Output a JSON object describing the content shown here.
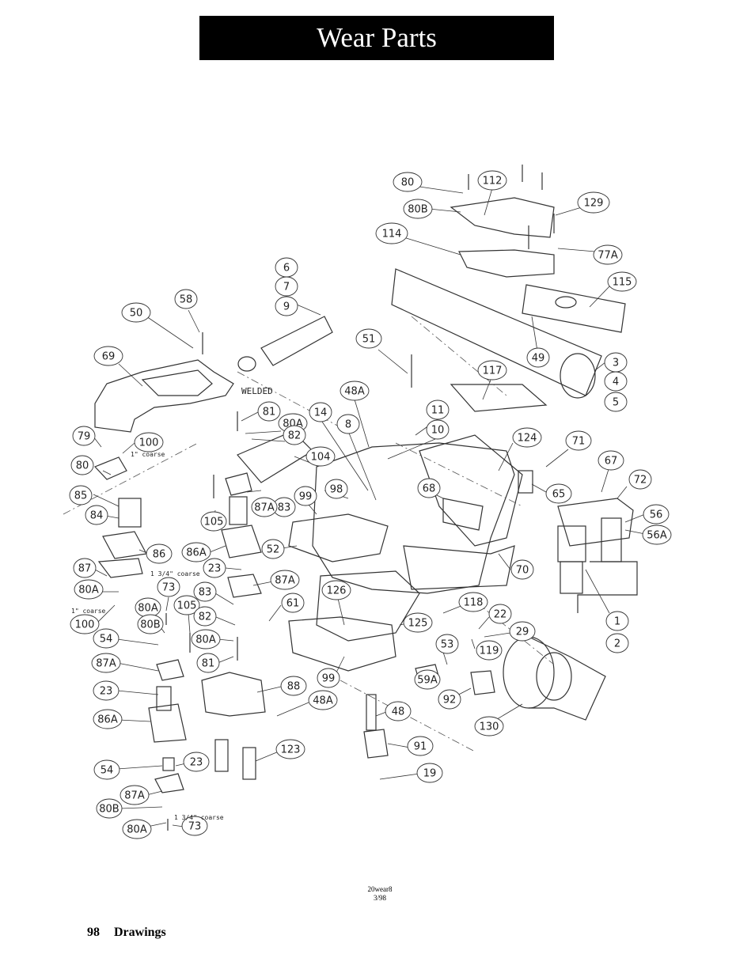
{
  "header": {
    "title": "Wear Parts"
  },
  "drawing": {
    "callouts": [
      {
        "id": "c80a",
        "label": "80"
      },
      {
        "id": "c112",
        "label": "112"
      },
      {
        "id": "c80b",
        "label": "80B"
      },
      {
        "id": "c129",
        "label": "129"
      },
      {
        "id": "c114",
        "label": "114"
      },
      {
        "id": "c77a",
        "label": "77A"
      },
      {
        "id": "c115",
        "label": "115"
      },
      {
        "id": "c49",
        "label": "49"
      },
      {
        "id": "c3",
        "label": "3"
      },
      {
        "id": "c4",
        "label": "4"
      },
      {
        "id": "c5",
        "label": "5"
      },
      {
        "id": "c6",
        "label": "6"
      },
      {
        "id": "c7",
        "label": "7"
      },
      {
        "id": "c9",
        "label": "9"
      },
      {
        "id": "c58",
        "label": "58"
      },
      {
        "id": "c50",
        "label": "50"
      },
      {
        "id": "c69",
        "label": "69"
      },
      {
        "id": "c51",
        "label": "51"
      },
      {
        "id": "c117",
        "label": "117"
      },
      {
        "id": "c48a_top",
        "label": "48A"
      },
      {
        "id": "c11",
        "label": "11"
      },
      {
        "id": "c10",
        "label": "10"
      },
      {
        "id": "c14",
        "label": "14"
      },
      {
        "id": "c8",
        "label": "8"
      },
      {
        "id": "c81_top",
        "label": "81"
      },
      {
        "id": "c80a_top",
        "label": "80A"
      },
      {
        "id": "c82_top",
        "label": "82"
      },
      {
        "id": "c104",
        "label": "104"
      },
      {
        "id": "c124",
        "label": "124"
      },
      {
        "id": "c71",
        "label": "71"
      },
      {
        "id": "c67",
        "label": "67"
      },
      {
        "id": "c72",
        "label": "72"
      },
      {
        "id": "c79",
        "label": "79"
      },
      {
        "id": "c100_top",
        "label": "100"
      },
      {
        "id": "c80_left",
        "label": "80"
      },
      {
        "id": "c85",
        "label": "85"
      },
      {
        "id": "c84",
        "label": "84"
      },
      {
        "id": "c98",
        "label": "98"
      },
      {
        "id": "c99_top",
        "label": "99"
      },
      {
        "id": "c83_top",
        "label": "83"
      },
      {
        "id": "c87a_1",
        "label": "87A"
      },
      {
        "id": "c68",
        "label": "68"
      },
      {
        "id": "c65",
        "label": "65"
      },
      {
        "id": "c56",
        "label": "56"
      },
      {
        "id": "c56a",
        "label": "56A"
      },
      {
        "id": "c105_top",
        "label": "105"
      },
      {
        "id": "c86a_1",
        "label": "86A"
      },
      {
        "id": "c86",
        "label": "86"
      },
      {
        "id": "c52",
        "label": "52"
      },
      {
        "id": "c70",
        "label": "70"
      },
      {
        "id": "c87",
        "label": "87"
      },
      {
        "id": "c23_1",
        "label": "23"
      },
      {
        "id": "c87a_2",
        "label": "87A"
      },
      {
        "id": "c80a_left",
        "label": "80A"
      },
      {
        "id": "c73_top",
        "label": "73"
      },
      {
        "id": "c83_mid",
        "label": "83"
      },
      {
        "id": "c61",
        "label": "61"
      },
      {
        "id": "c126",
        "label": "126"
      },
      {
        "id": "c118",
        "label": "118"
      },
      {
        "id": "c1",
        "label": "1"
      },
      {
        "id": "c2",
        "label": "2"
      },
      {
        "id": "c80a_mid",
        "label": "80A"
      },
      {
        "id": "c100_mid",
        "label": "100"
      },
      {
        "id": "c80b_mid",
        "label": "80B"
      },
      {
        "id": "c105_mid",
        "label": "105"
      },
      {
        "id": "c82_mid",
        "label": "82"
      },
      {
        "id": "c125",
        "label": "125"
      },
      {
        "id": "c22",
        "label": "22"
      },
      {
        "id": "c29",
        "label": "29"
      },
      {
        "id": "c54_1",
        "label": "54"
      },
      {
        "id": "c80a_mid2",
        "label": "80A"
      },
      {
        "id": "c53",
        "label": "53"
      },
      {
        "id": "c119",
        "label": "119"
      },
      {
        "id": "c81_mid",
        "label": "81"
      },
      {
        "id": "c87a_3",
        "label": "87A"
      },
      {
        "id": "c99_mid",
        "label": "99"
      },
      {
        "id": "c88",
        "label": "88"
      },
      {
        "id": "c59a",
        "label": "59A"
      },
      {
        "id": "c23_2",
        "label": "23"
      },
      {
        "id": "c92",
        "label": "92"
      },
      {
        "id": "c48a_mid",
        "label": "48A"
      },
      {
        "id": "c48",
        "label": "48"
      },
      {
        "id": "c86a_2",
        "label": "86A"
      },
      {
        "id": "c130",
        "label": "130"
      },
      {
        "id": "c91",
        "label": "91"
      },
      {
        "id": "c123",
        "label": "123"
      },
      {
        "id": "c23_3",
        "label": "23"
      },
      {
        "id": "c54_2",
        "label": "54"
      },
      {
        "id": "c19",
        "label": "19"
      },
      {
        "id": "c87a_4",
        "label": "87A"
      },
      {
        "id": "c80b_bot",
        "label": "80B"
      },
      {
        "id": "c80a_bot",
        "label": "80A"
      },
      {
        "id": "c73_bot",
        "label": "73"
      }
    ],
    "notes": [
      {
        "id": "n_welded",
        "text": "WELDED"
      },
      {
        "id": "n_coarse1",
        "text": "1\" coarse"
      },
      {
        "id": "n_coarse34_top",
        "text": "1 3/4\" coarse"
      },
      {
        "id": "n_coarse2",
        "text": "1\" coarse"
      },
      {
        "id": "n_coarse34_bot",
        "text": "1 3/4\" coarse"
      }
    ],
    "drawing_id": "20wear8",
    "drawing_date": "3/98"
  },
  "footer": {
    "page_number": "98",
    "section": "Drawings"
  }
}
